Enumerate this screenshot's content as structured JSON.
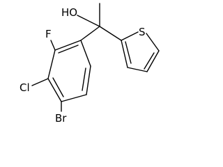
{
  "structure": {
    "atoms": {
      "hydroxyl": "HO",
      "sulfur": "S",
      "fluorine": "F",
      "chlorine": "Cl",
      "bromine": "Br"
    }
  }
}
